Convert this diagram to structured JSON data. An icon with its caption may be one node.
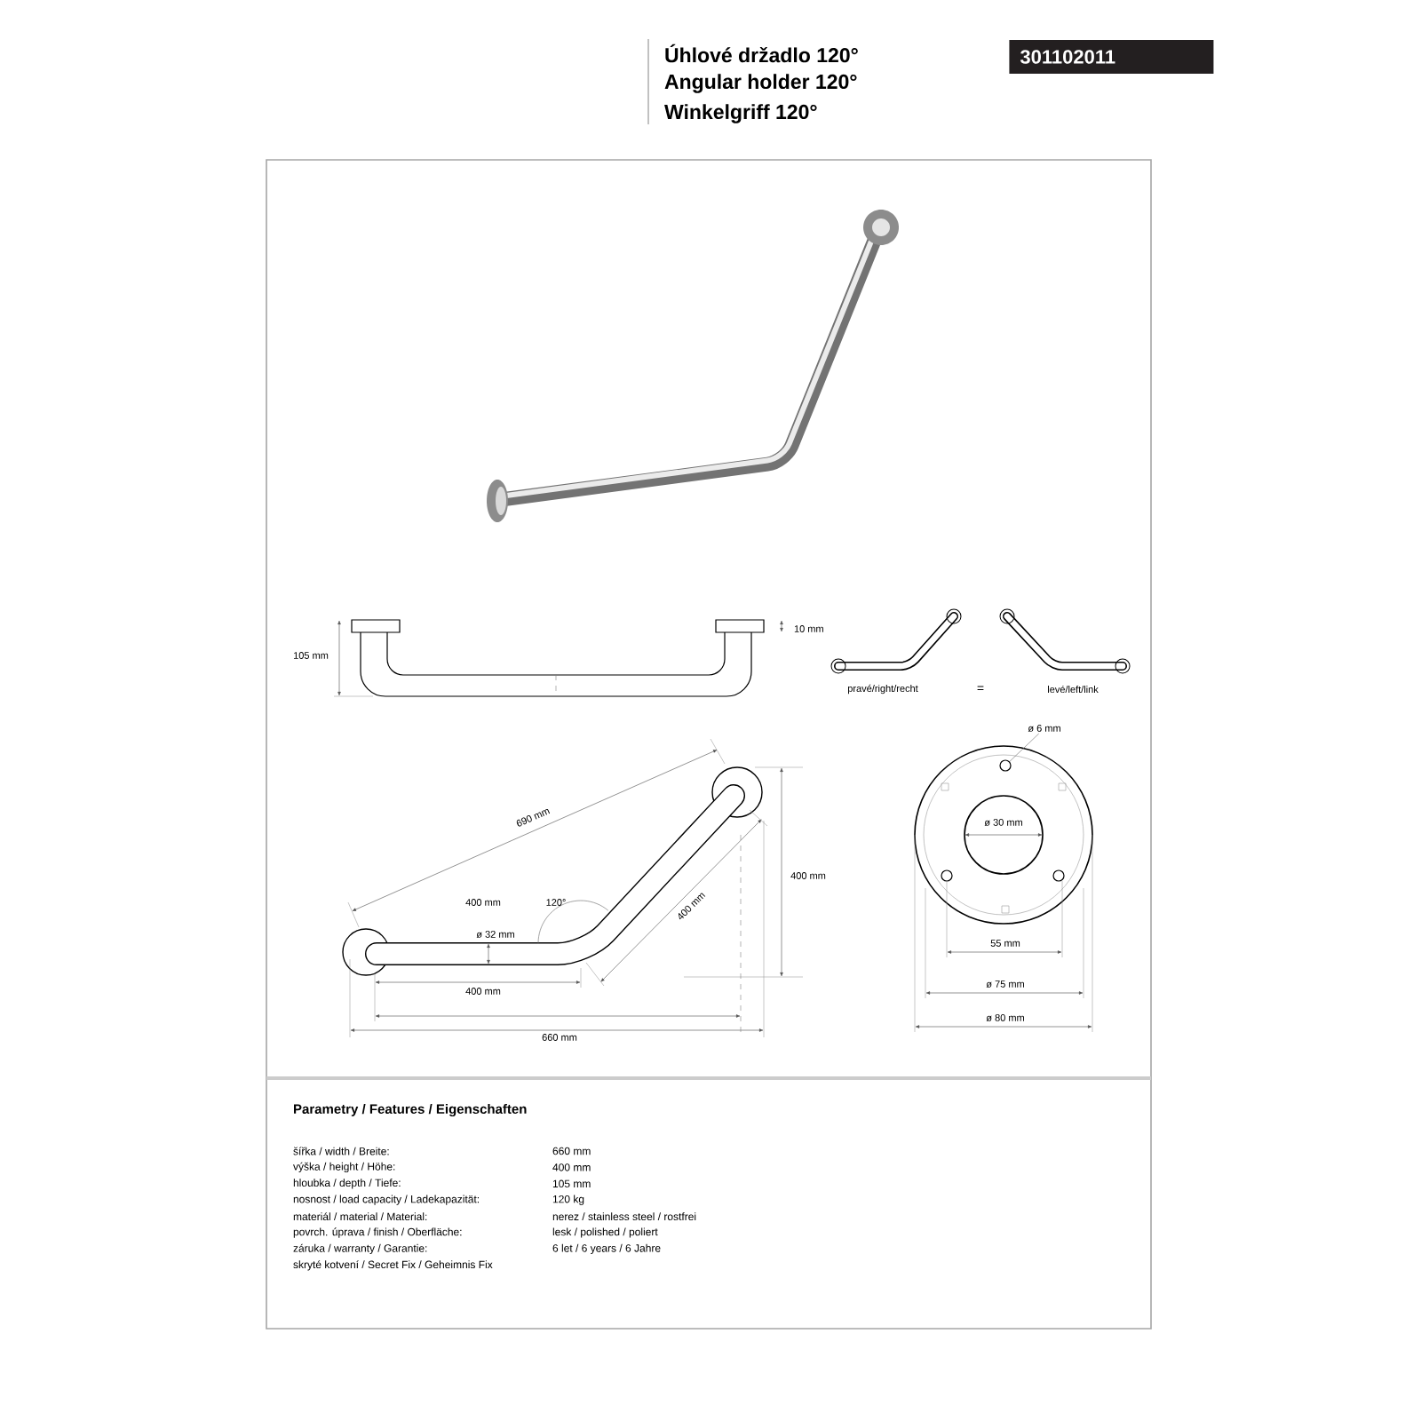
{
  "diagram": {
    "nodes": [
      {
        "text": [
          "ø 6 mm"
        ]
      },
      {
        "text": [],
        "shape": "circle"
      }
    ],
    "edges": [
      {
        "from": 0,
        "to": 1,
        "arrow": "none"
      }
    ],
    "labels": [
      "Úhlové držadlo 120°",
      "Angular holder 120°",
      "Winkelgriff 120°",
      "301102011",
      "105 mm",
      "10 mm",
      "pravé/right/recht",
      "=",
      "levé/left/link",
      "690 mm",
      "400 mm",
      "120°",
      "ø 32 mm",
      "400 mm",
      "400 mm",
      "400 mm",
      "660 mm",
      "ø 30 mm",
      "55 mm",
      "ø 75 mm",
      "ø 80 mm",
      "Parametry / Features / Eigenschaften",
      "šířka / width / Breite:",
      "660 mm",
      "výška / height / Höhe:",
      "400 mm",
      "hloubka / depth / Tiefe:",
      "105 mm",
      "nosnost / load capacity / Ladekapazität:",
      "120 kg",
      "materiál / material / Material:",
      "nerez / stainless steel / rostfrei",
      "povrch. úprava / finish / Oberfläche:",
      "lesk / polished / poliert",
      "záruka / warranty / Garantie:",
      "6 let / 6 years / 6 Jahre",
      "skryté kotvení / Secret Fix / Geheimnis Fix"
    ]
  }
}
